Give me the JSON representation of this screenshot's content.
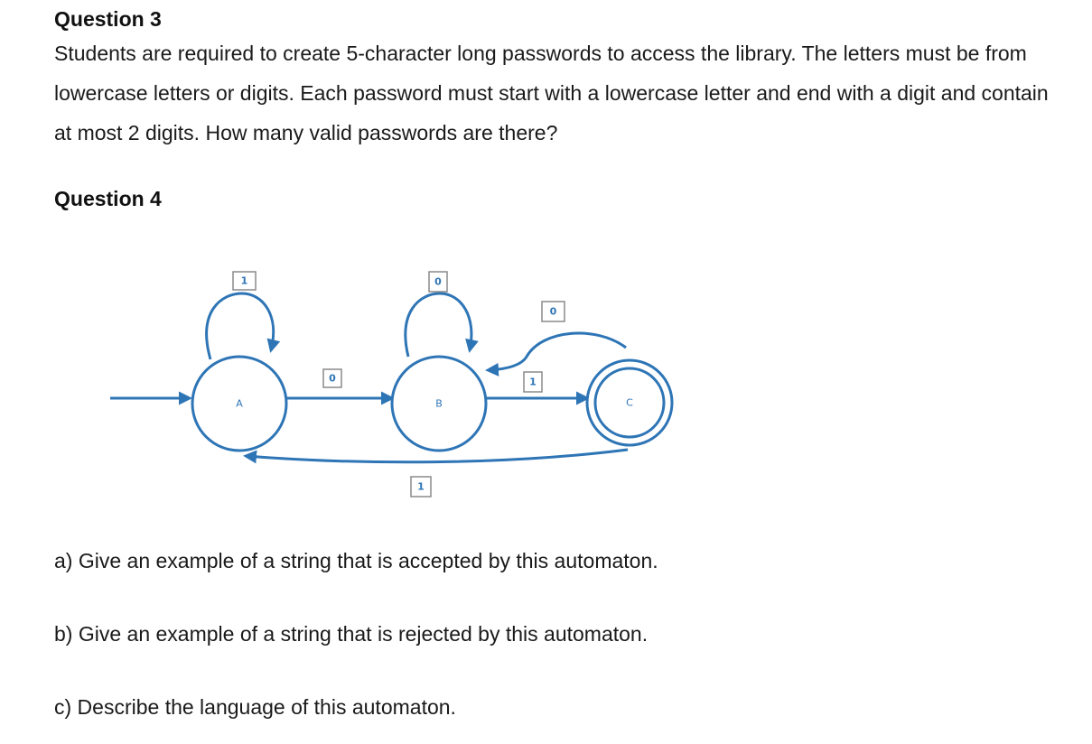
{
  "question3": {
    "heading": "Question 3",
    "body": "Students are required to create 5-character long passwords to access the library. The letters must be from lowercase letters or digits. Each password must start with a lowercase letter and end with a digit and contain at most 2 digits. How many valid passwords are there?"
  },
  "question4": {
    "heading": "Question 4",
    "automaton": {
      "states": [
        {
          "name": "A",
          "start": true,
          "accepting": false
        },
        {
          "name": "B",
          "start": false,
          "accepting": false
        },
        {
          "name": "C",
          "start": false,
          "accepting": true
        }
      ],
      "transitions": [
        {
          "from": "A",
          "to": "A",
          "symbol": "1"
        },
        {
          "from": "A",
          "to": "B",
          "symbol": "0"
        },
        {
          "from": "B",
          "to": "B",
          "symbol": "0"
        },
        {
          "from": "B",
          "to": "C",
          "symbol": "1"
        },
        {
          "from": "C",
          "to": "B",
          "symbol": "0"
        },
        {
          "from": "C",
          "to": "A",
          "symbol": "1"
        }
      ]
    },
    "parts": {
      "a": "a)  Give an example of a string that is accepted by this automaton.",
      "b": "b)  Give an example of a string that is rejected by this automaton.",
      "c": "c) Describe the language of this automaton."
    }
  },
  "colors": {
    "diagram_stroke": "#2e75b6",
    "text": "#1a1a1a"
  }
}
